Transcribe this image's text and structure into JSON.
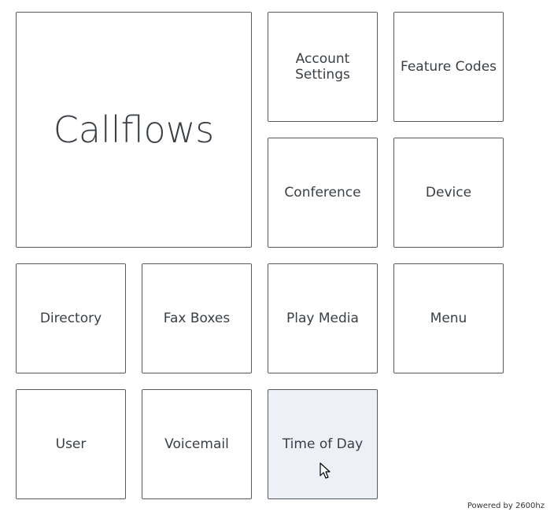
{
  "tiles": {
    "callflows": "Callflows",
    "account_settings_line1": "Account",
    "account_settings_line2": "Settings",
    "feature_codes": "Feature Codes",
    "conference": "Conference",
    "device": "Device",
    "directory": "Directory",
    "fax_boxes": "Fax Boxes",
    "play_media": "Play Media",
    "menu": "Menu",
    "user": "User",
    "voicemail": "Voicemail",
    "time_of_day": "Time of Day"
  },
  "footer": {
    "powered_by": "Powered by 2600hz"
  },
  "colors": {
    "hover_tile_bg": "#eef0f8",
    "tile_border": "#555a60",
    "text": "#3a3f45"
  }
}
